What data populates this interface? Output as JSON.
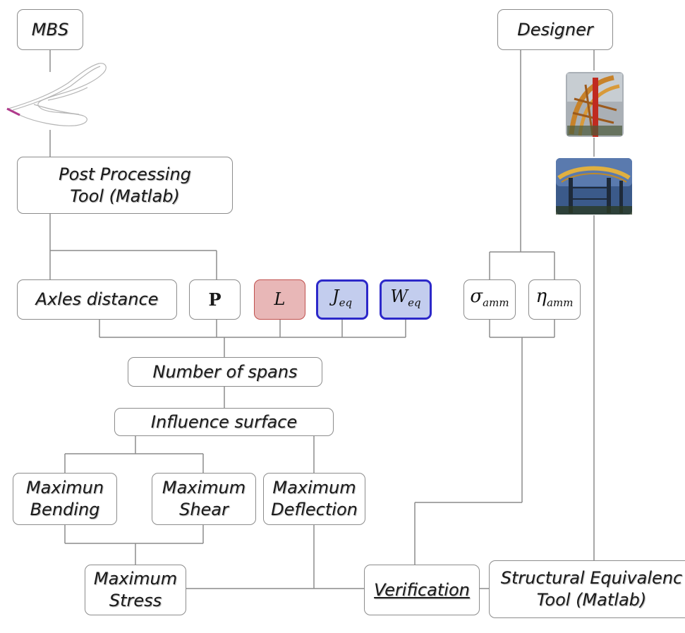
{
  "nodes": {
    "mbs": "MBS",
    "designer": "Designer",
    "post_processing": [
      "Post Processing",
      "Tool (Matlab)"
    ],
    "axles_distance": "Axles distance",
    "p": "P",
    "l": "L",
    "j_eq": {
      "base": "J",
      "sub": "eq"
    },
    "w_eq": {
      "base": "W",
      "sub": "eq"
    },
    "sigma_amm": {
      "base": "σ",
      "sub": "amm"
    },
    "eta_amm": {
      "base": "η",
      "sub": "amm"
    },
    "number_of_spans": "Number of spans",
    "influence_surface": "Influence surface",
    "maximum_bending": [
      "Maximun",
      "Bending"
    ],
    "maximum_shear": [
      "Maximum",
      "Shear"
    ],
    "maximum_deflection": [
      "Maximum",
      "Deflection"
    ],
    "maximum_stress": [
      "Maximum",
      "Stress"
    ],
    "verification": "Verification",
    "structural_equivalence": [
      "Structural Equivalenc",
      "Tool (Matlab)"
    ]
  },
  "colors": {
    "line": "#8c8c8c",
    "l_fill": "#e8b7b7",
    "l_border": "#c0504d",
    "eq_fill": "#c3cdee",
    "eq_border": "#2c28c9",
    "track_accent": "#b03a8c"
  },
  "images": [
    "track-layout-sketch",
    "roller-coaster-loop-photo",
    "roller-coaster-structure-photo"
  ]
}
